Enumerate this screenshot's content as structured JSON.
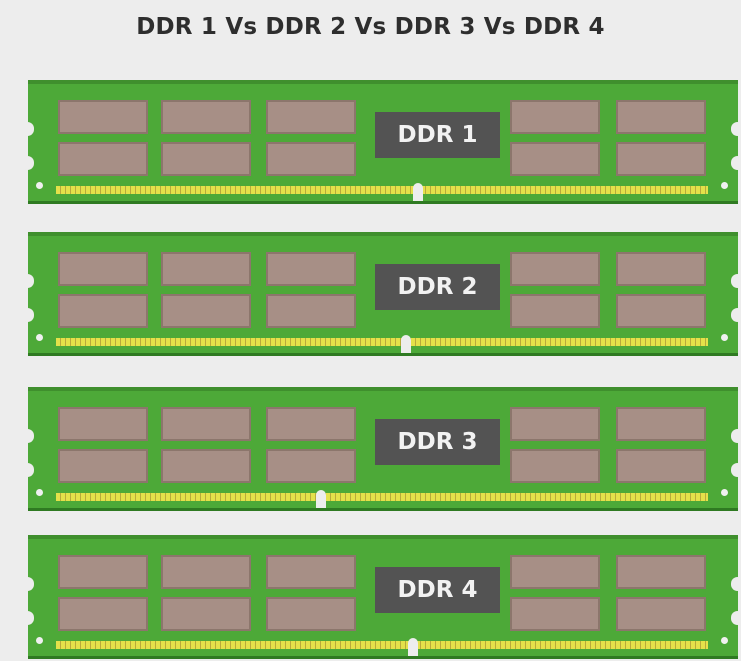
{
  "title": "DDR 1 Vs DDR 2 Vs DDR 3 Vs DDR 4",
  "modules": [
    {
      "label": "DDR 1"
    },
    {
      "label": "DDR 2"
    },
    {
      "label": "DDR 3"
    },
    {
      "label": "DDR 4"
    }
  ],
  "colors": {
    "pcb": "#4da938",
    "chip": "#a78f86",
    "label_bg": "#535353",
    "contacts": "#e4e14a",
    "background": "#ededed"
  }
}
